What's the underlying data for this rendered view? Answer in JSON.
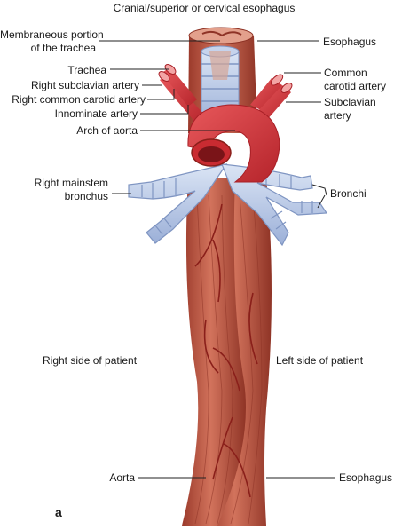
{
  "labels": {
    "title": "Cranial/superior or cervical esophagus",
    "membraneous_1": "Membraneous portion",
    "membraneous_2": "of the trachea",
    "esophagus_top": "Esophagus",
    "trachea": "Trachea",
    "right_subclavian": "Right subclavian artery",
    "right_common_carotid": "Right common carotid artery",
    "innominate": "Innominate artery",
    "common_carotid_1": "Common",
    "common_carotid_2": "carotid artery",
    "subclavian_1": "Subclavian",
    "subclavian_2": "artery",
    "arch_of_aorta": "Arch of aorta",
    "right_mainstem_1": "Right mainstem",
    "right_mainstem_2": "bronchus",
    "bronchi": "Bronchi",
    "right_side": "Right side of patient",
    "left_side": "Left side of patient",
    "aorta": "Aorta",
    "esophagus_bottom": "Esophagus",
    "figure_letter": "a"
  },
  "colors": {
    "aorta": "#d8353a",
    "aorta_dark": "#a81f26",
    "muscle": "#c9624d",
    "muscle_dark": "#8e3326",
    "vessel": "#8a1f1a",
    "airway": "#b9c9e6",
    "airway_ring": "#7f95c2",
    "leader": "#222222"
  }
}
